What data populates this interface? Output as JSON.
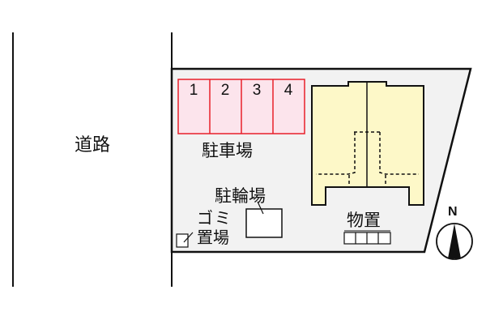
{
  "map": {
    "road": {
      "label": "道路"
    },
    "parking": {
      "label": "駐車場",
      "slots": [
        "1",
        "2",
        "3",
        "4"
      ],
      "fill_color": "#fce4ec",
      "stroke_color": "#e8202a"
    },
    "bicycle_parking": {
      "label": "駐輪場"
    },
    "garbage_area": {
      "label_line1": "ゴミ",
      "label_line2": "置場"
    },
    "storage": {
      "label": "物置",
      "units": 4
    },
    "building": {
      "fill_color": "#fdf8c8"
    },
    "site": {
      "fill_color": "#f2f2f2"
    },
    "compass": {
      "label": "N"
    }
  }
}
